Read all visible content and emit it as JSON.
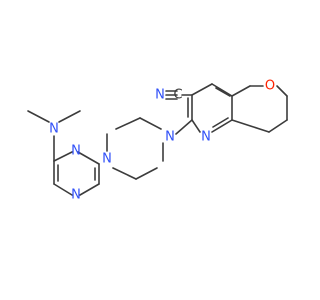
{
  "atoms": [
    {
      "id": "nitrile-n",
      "label": "N",
      "color": "#3050f8"
    },
    {
      "id": "nitrile-c",
      "label": "C",
      "color": "#3c3c3c"
    },
    {
      "id": "ring-o",
      "label": "O",
      "color": "#ff2200"
    },
    {
      "id": "pyridine-n",
      "label": "N",
      "color": "#3050f8"
    },
    {
      "id": "piperazine-n1",
      "label": "N",
      "color": "#3050f8"
    },
    {
      "id": "piperazine-n4",
      "label": "N",
      "color": "#3050f8"
    },
    {
      "id": "pyrimidine-n3",
      "label": "N",
      "color": "#3050f8"
    },
    {
      "id": "pyrimidine-n1",
      "label": "N",
      "color": "#3050f8"
    },
    {
      "id": "dimethylamino-n",
      "label": "N",
      "color": "#3050f8"
    }
  ]
}
